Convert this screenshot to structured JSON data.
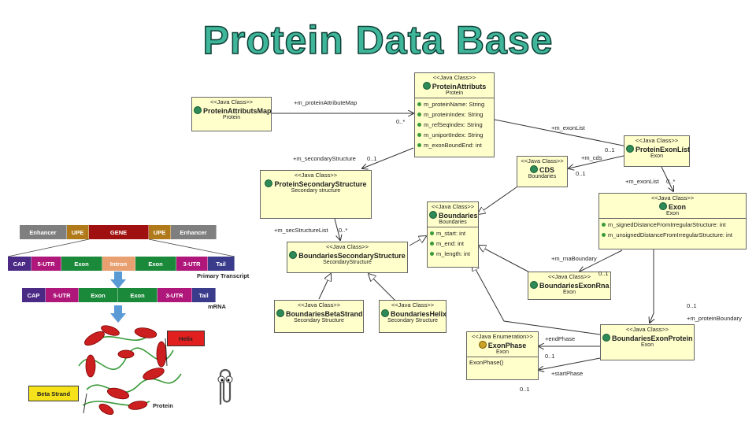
{
  "title": "Protein Data Base",
  "classes": {
    "protein_attributs_map": {
      "stereotype": "<<Java Class>>",
      "name": "ProteinAttributsMap",
      "package": "Protein"
    },
    "protein_attributs": {
      "stereotype": "<<Java Class>>",
      "name": "ProteinAttributs",
      "package": "Protein",
      "attrs": [
        "m_proteinName: String",
        "m_proteinIndex: String",
        "m_refSeqIndex: String",
        "m_uniportIndex: String",
        "m_exonBoundEnd: int"
      ]
    },
    "protein_secondary_structure": {
      "stereotype": "<<Java Class>>",
      "name": "ProteinSecondaryStructure",
      "package": "Secondary structure"
    },
    "cds": {
      "stereotype": "<<Java Class>>",
      "name": "CDS",
      "package": "Boundaries"
    },
    "protein_exon_list": {
      "stereotype": "<<Java Class>>",
      "name": "ProteinExonList",
      "package": "Exon"
    },
    "boundaries": {
      "stereotype": "<<Java Class>>",
      "name": "Boundaries",
      "package": "Boundaries",
      "attrs": [
        "m_start: int",
        "m_end: int",
        "m_length: int"
      ]
    },
    "exon": {
      "stereotype": "<<Java Class>>",
      "name": "Exon",
      "package": "Exon",
      "attrs": [
        "m_signedDistanceFromIrregularStructure: int",
        "m_unsignedDistanceFromIrregularStructure: int"
      ]
    },
    "boundaries_secondary_structure": {
      "stereotype": "<<Java Class>>",
      "name": "BoundariesSecondaryStructure",
      "package": "SecondaryStructure"
    },
    "boundaries_exon_rna": {
      "stereotype": "<<Java Class>>",
      "name": "BoundariesExonRna",
      "package": "Exon"
    },
    "boundaries_beta_strand": {
      "stereotype": "<<Java Class>>",
      "name": "BoundariesBetaStrand",
      "package": "Secondary Structure"
    },
    "boundaries_helix": {
      "stereotype": "<<Java Class>>",
      "name": "BoundariesHelix",
      "package": "Secondary Structure"
    },
    "exon_phase": {
      "stereotype": "<<Java Enumeration>>",
      "name": "ExonPhase",
      "package": "Exon",
      "op": "ExonPhase()"
    },
    "boundaries_exon_protein": {
      "stereotype": "<<Java Class>>",
      "name": "BoundariesExonProtein",
      "package": "Exon"
    }
  },
  "labels": {
    "m_protein_attribute_map": "+m_proteinAttributeMap",
    "mult_0n_a": "0..*",
    "m_exon_list_1": "+m_exonList",
    "mult_01_a": "0..1",
    "m_cds": "+m_cds",
    "mult_01_b": "0..1",
    "m_secondary_structure": "+m_secondaryStructure",
    "mult_01_c": "0..1",
    "m_exon_list_2": "+m_exonList",
    "mult_0n_b": "0..*",
    "m_sec_structure_list": "+m_secStructureList",
    "mult_0n_c": "0..*",
    "m_rna_boundary": "+m_rnaBoundary",
    "mult_01_d": "0..1",
    "mult_01_e": "0..1",
    "m_protein_boundary": "+m_proteinBoundary",
    "end_phase": "+endPhase",
    "mult_01_f": "0..1",
    "start_phase": "+startPhase",
    "mult_01_g": "0..1"
  },
  "gene": {
    "row1": [
      "Enhancer",
      "UPE",
      "GENE",
      "UPE",
      "Enhancer"
    ],
    "row2": [
      "CAP",
      "5-UTR",
      "Exon",
      "Intron",
      "Exon",
      "3-UTR",
      "Tail"
    ],
    "primary_transcript": "Primary Transcript",
    "row3": [
      "CAP",
      "5-UTR",
      "Exon",
      "Exon",
      "3-UTR",
      "Tail"
    ],
    "mrna": "mRNA",
    "helix": "Helix",
    "beta_strand": "Beta Strand",
    "protein": "Protein"
  },
  "colors": {
    "title_fill": "#3fb59a",
    "class_fill": "#ffffcc",
    "enhancer": "#7f7f7f",
    "upe": "#b07a1a",
    "gene": "#a01010",
    "cap": "#4b2a86",
    "utr5": "#b0177a",
    "exon": "#1a8a3a",
    "intron": "#e8a070",
    "utr3": "#b0177a",
    "tail": "#3b3b8c"
  },
  "icons": [
    "class-icon",
    "enum-icon",
    "arrow-down-icon",
    "paperclip-icon"
  ]
}
